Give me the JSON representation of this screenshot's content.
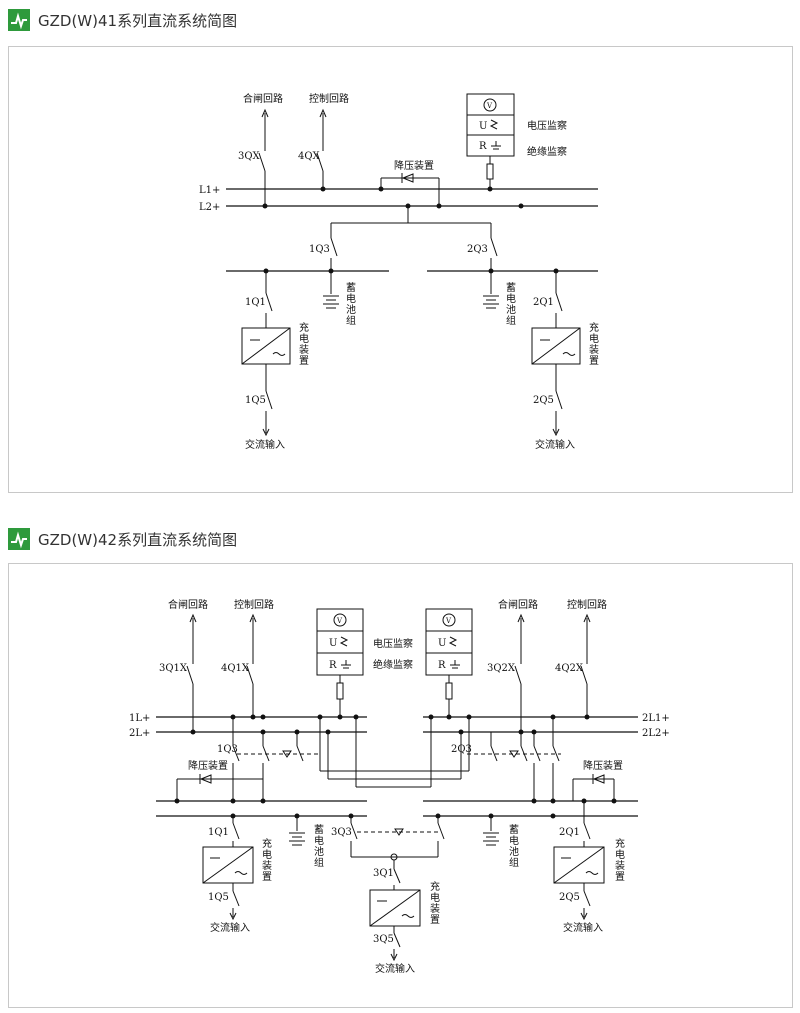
{
  "colors": {
    "logo_bg": "#2e9a3c",
    "panel_border": "#c8c8c8",
    "line": "#111111"
  },
  "diagram1": {
    "title": "GZD(W)41系列直流系统简图",
    "labels": {
      "close_circuit": "合闸回路",
      "control_circuit": "控制回路",
      "3qx": "3QX",
      "4qx": "4QX",
      "voltage_drop": "降压装置",
      "l1": "L1+",
      "l2": "L2+",
      "voltage_monitor": "电压监察",
      "insulation_monitor": "绝缘监察",
      "monitor_v": "V",
      "monitor_u": "U",
      "monitor_r": "R",
      "1q3": "1Q3",
      "2q3": "2Q3",
      "battery": "蓄电池组",
      "1q1": "1Q1",
      "2q1": "2Q1",
      "charger": "充电装置",
      "1q5": "1Q5",
      "2q5": "2Q5",
      "ac_input": "交流输入"
    }
  },
  "diagram2": {
    "title": "GZD(W)42系列直流系统简图",
    "labels": {
      "close_circuit": "合闸回路",
      "control_circuit": "控制回路",
      "3q1x": "3Q1X",
      "4q1x": "4Q1X",
      "3q2x": "3Q2X",
      "4q2x": "4Q2X",
      "1l1": "1L+",
      "2l_left": "2L+",
      "2l1": "2L1+",
      "2l2": "2L2+",
      "voltage_monitor": "电压监察",
      "insulation_monitor": "绝缘监察",
      "monitor_v": "V",
      "monitor_u": "U",
      "monitor_r": "R",
      "1q3": "1Q3",
      "2q3": "2Q3",
      "3q3": "3Q3",
      "voltage_drop": "降压装置",
      "battery": "蓄电池组",
      "1q1": "1Q1",
      "2q1": "2Q1",
      "3q1": "3Q1",
      "charger": "充电装置",
      "1q5": "1Q5",
      "2q5": "2Q5",
      "3q5": "3Q5",
      "ac_input": "交流输入"
    }
  }
}
